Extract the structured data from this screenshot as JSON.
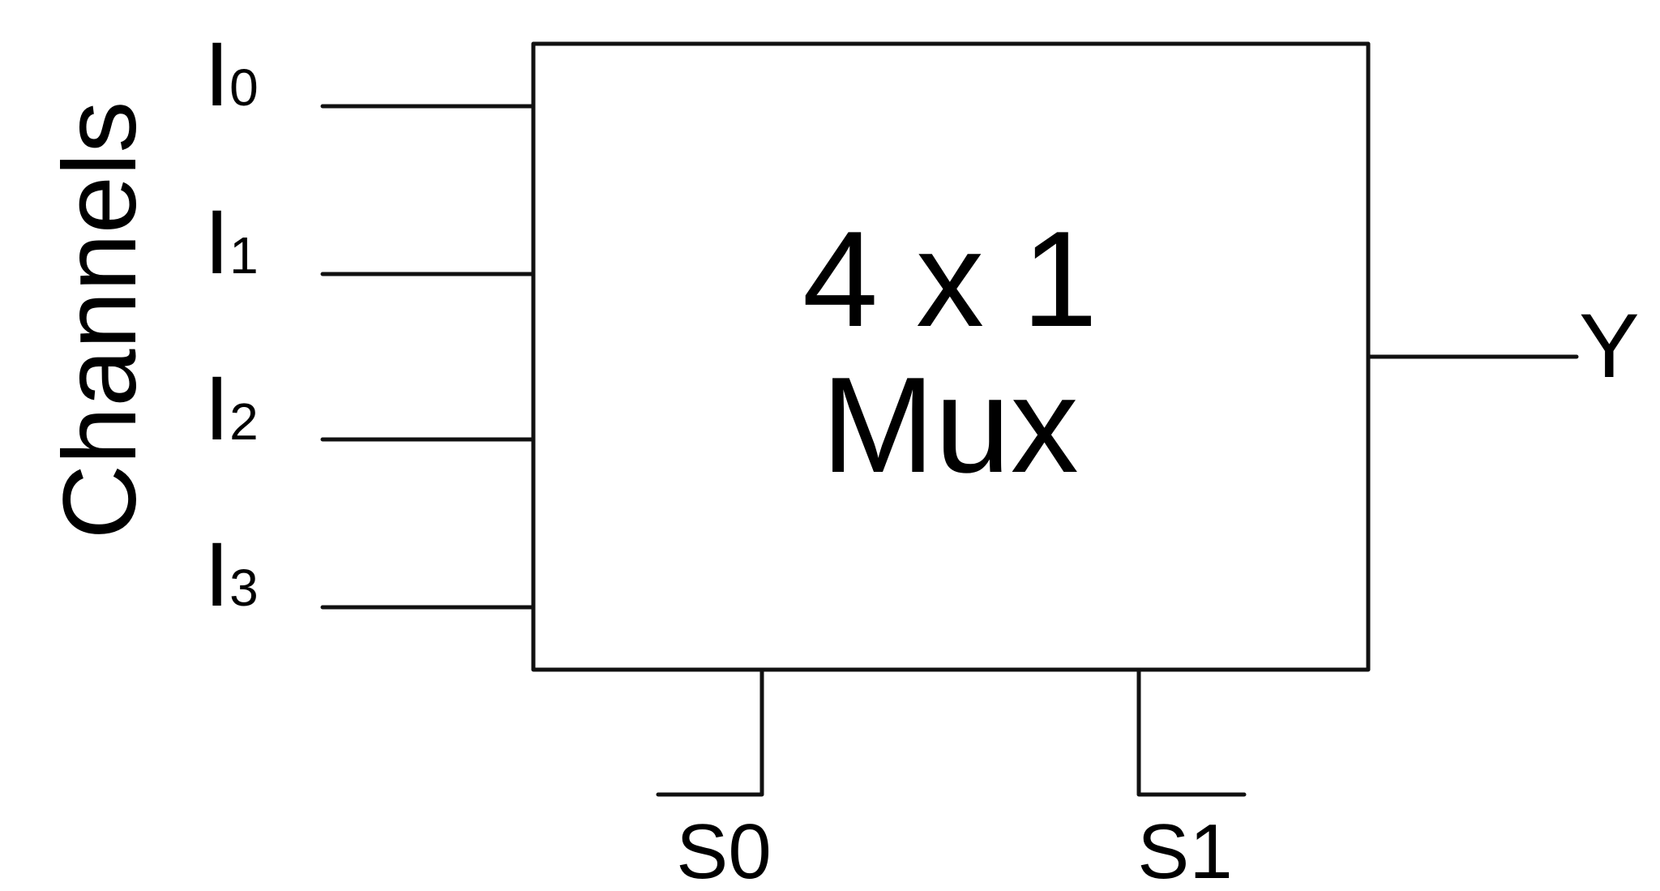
{
  "diagram": {
    "group_label": "Channels",
    "block": {
      "line1": "4 x 1",
      "line2": "Mux"
    },
    "inputs": [
      {
        "base": "I",
        "sub": "0"
      },
      {
        "base": "I",
        "sub": "1"
      },
      {
        "base": "I",
        "sub": "2"
      },
      {
        "base": "I",
        "sub": "3"
      }
    ],
    "output": {
      "label": "Y"
    },
    "selects": [
      {
        "label": "S0"
      },
      {
        "label": "S1"
      }
    ],
    "colors": {
      "stroke": "#111111",
      "text": "#000000",
      "background": "#ffffff"
    }
  }
}
